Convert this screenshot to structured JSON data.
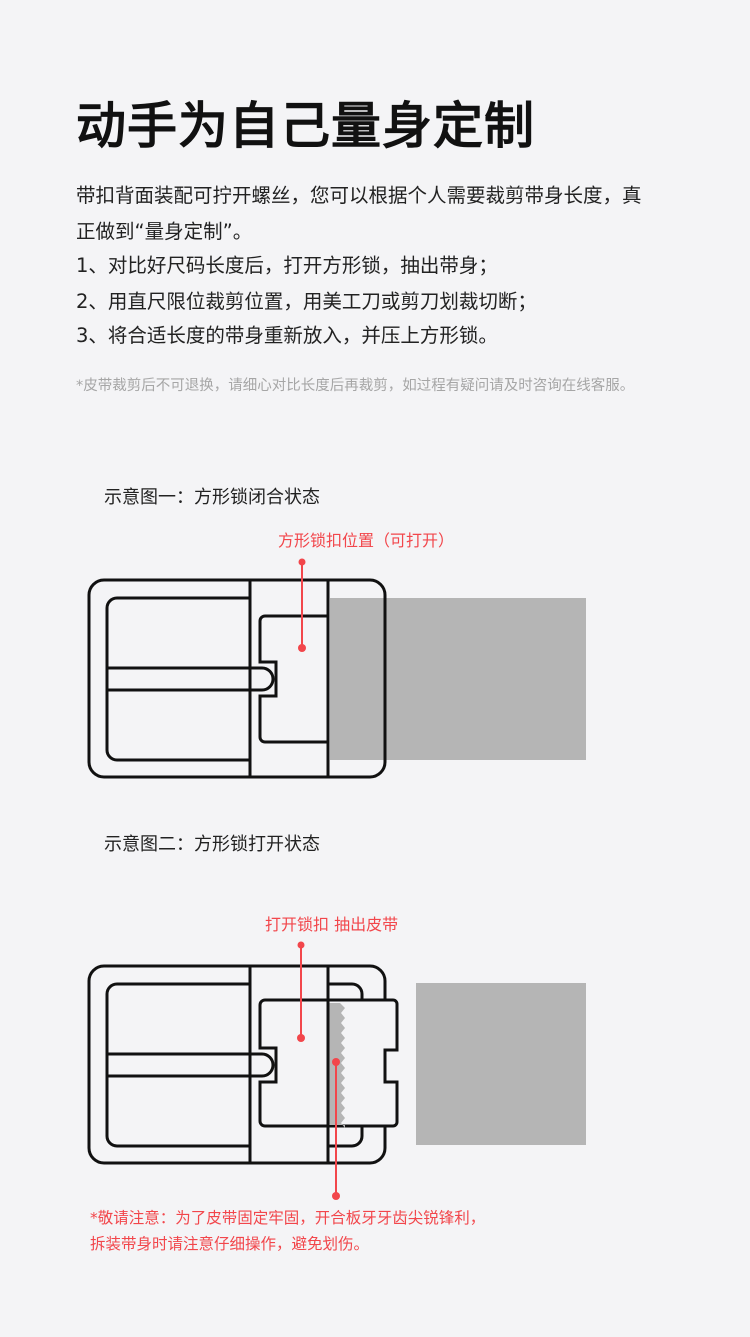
{
  "title": "动手为自己量身定制",
  "intro_lines": [
    "带扣背面装配可拧开螺丝，您可以根据个人需要裁剪带身长度，真",
    "正做到“量身定制”。"
  ],
  "steps": [
    "1、对比好尺码长度后，打开方形锁，抽出带身；",
    "2、用直尺限位裁剪位置，用美工刀或剪刀划裁切断；",
    "3、将合适长度的带身重新放入，并压上方形锁。"
  ],
  "note": "*皮带裁剪后不可退换，请细心对比长度后再裁剪，如过程有疑问请及时咨询在线客服。",
  "diagram1": {
    "caption": "示意图一：方形锁闭合状态",
    "label": "方形锁扣位置（可打开）"
  },
  "diagram2": {
    "caption": "示意图二：方形锁打开状态",
    "label": "打开锁扣 抽出皮带",
    "warning": [
      "*敬请注意：为了皮带固定牢固，开合板牙牙齿尖锐锋利，",
      "拆装带身时请注意仔细操作，避免划伤。"
    ]
  },
  "colors": {
    "accent": "#f2464b",
    "belt": "#b5b5b5",
    "outline": "#111111"
  }
}
